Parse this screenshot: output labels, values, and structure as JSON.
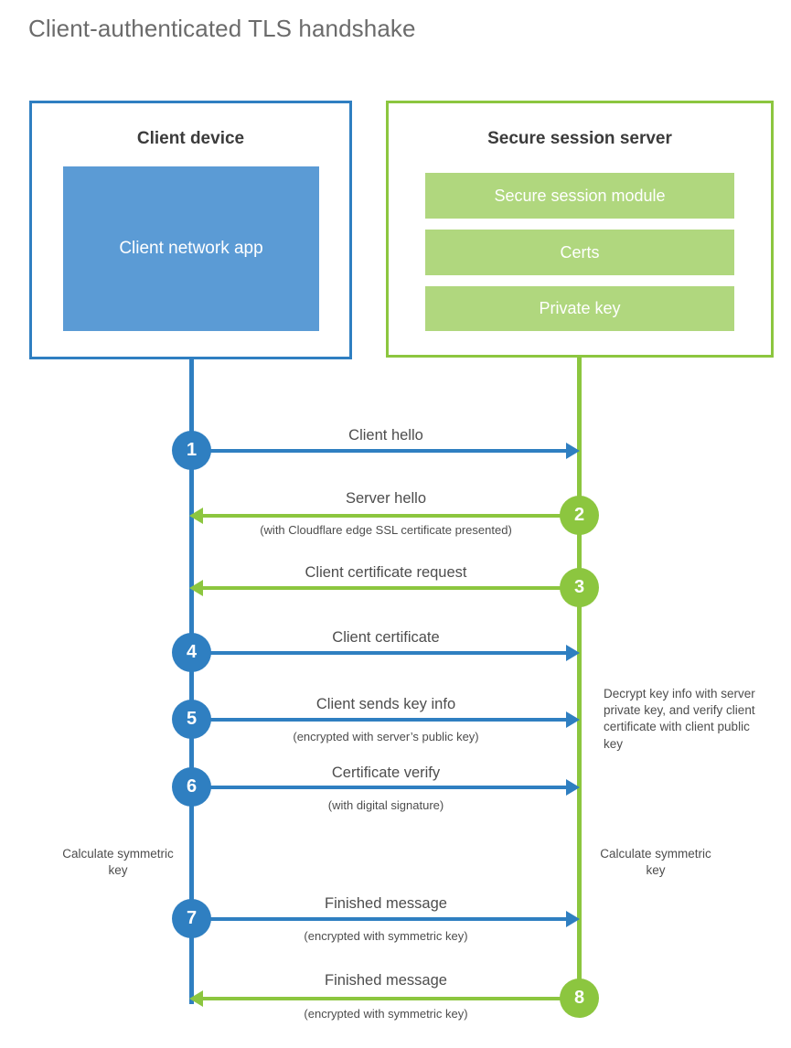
{
  "title": "Client-authenticated TLS handshake",
  "colors": {
    "blue": "#2f7fc1",
    "blue_fill": "#5b9bd5",
    "green": "#8cc63f",
    "green_fill": "#b0d77e",
    "text": "#4d4d4d",
    "background": "#ffffff"
  },
  "client_panel": {
    "title": "Client device",
    "app_box_label": "Client network app"
  },
  "server_panel": {
    "title": "Secure session server",
    "bars": [
      {
        "label": "Secure session module"
      },
      {
        "label": "Certs"
      },
      {
        "label": "Private key"
      }
    ]
  },
  "steps": [
    {
      "number": "1",
      "actor": "client",
      "direction": "right",
      "label": "Client hello",
      "sublabel": ""
    },
    {
      "number": "2",
      "actor": "server",
      "direction": "left",
      "label": "Server hello",
      "sublabel": "(with Cloudflare edge SSL certificate presented)"
    },
    {
      "number": "3",
      "actor": "server",
      "direction": "left",
      "label": "Client certificate request",
      "sublabel": ""
    },
    {
      "number": "4",
      "actor": "client",
      "direction": "right",
      "label": "Client certificate",
      "sublabel": ""
    },
    {
      "number": "5",
      "actor": "client",
      "direction": "right",
      "label": "Client sends key info",
      "sublabel": "(encrypted with server’s public key)"
    },
    {
      "number": "6",
      "actor": "client",
      "direction": "right",
      "label": "Certificate verify",
      "sublabel": "(with digital signature)"
    },
    {
      "number": "7",
      "actor": "client",
      "direction": "right",
      "label": "Finished message",
      "sublabel": "(encrypted with symmetric key)"
    },
    {
      "number": "8",
      "actor": "server",
      "direction": "left",
      "label": "Finished message",
      "sublabel": "(encrypted with symmetric key)"
    }
  ],
  "notes": {
    "server_decrypt": "Decrypt key info with server private key, and verify client certificate with client public key",
    "client_calc": "Calculate symmetric key",
    "server_calc": "Calculate symmetric key"
  }
}
